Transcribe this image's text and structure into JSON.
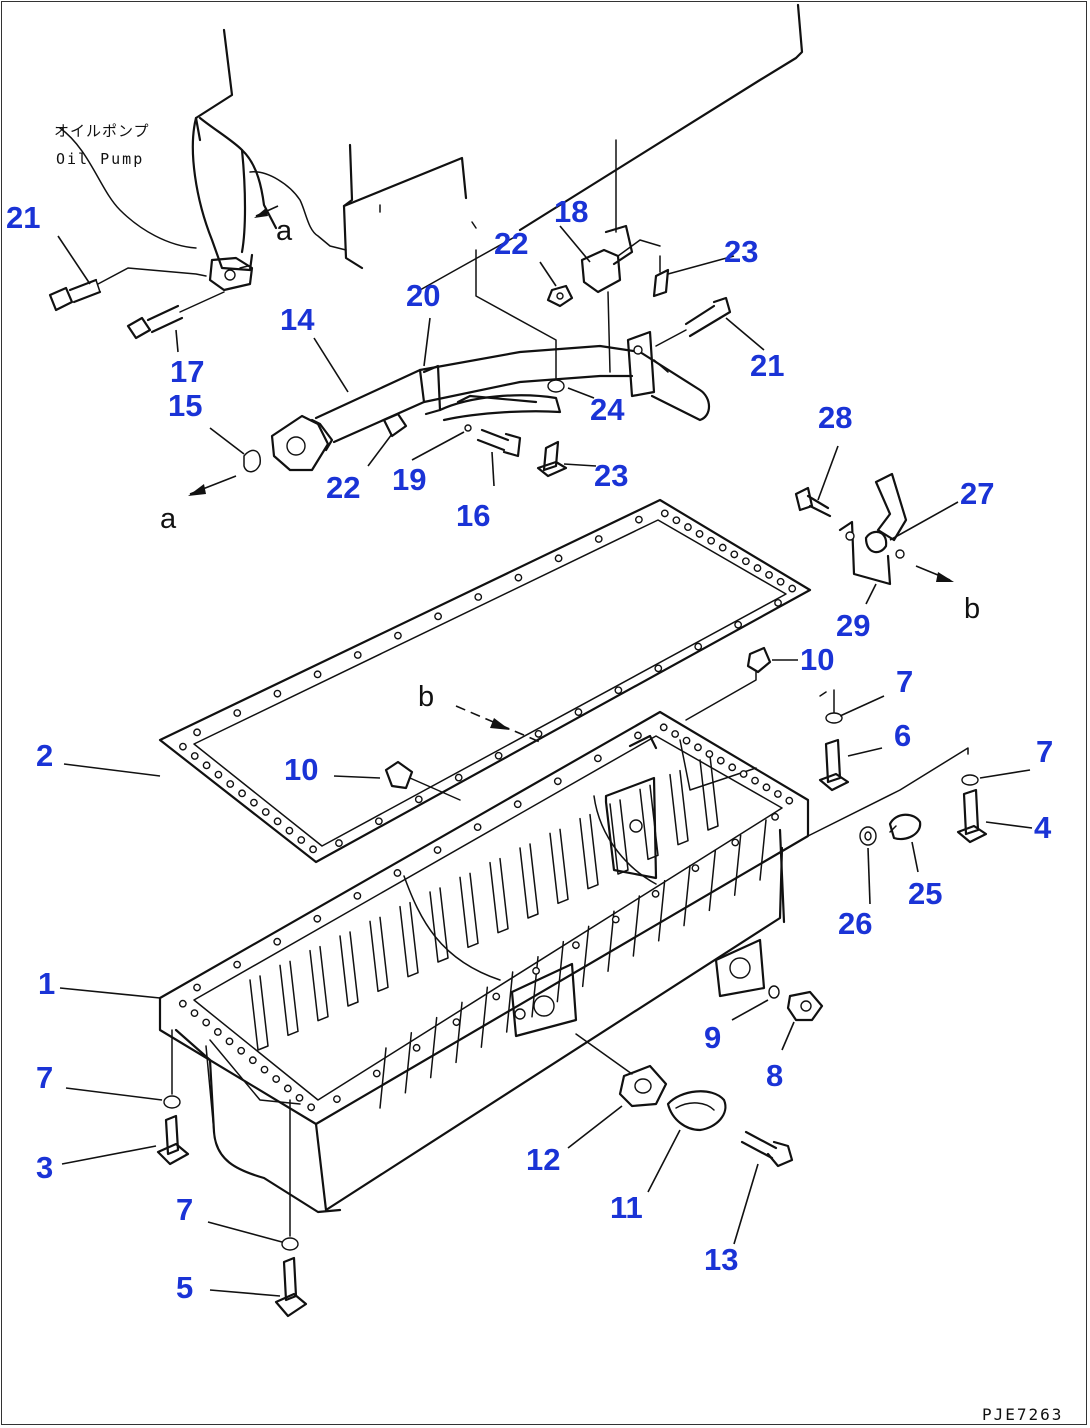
{
  "diagram": {
    "reference_code": "PJE7263",
    "annotation_jp": "オイルポンプ",
    "annotation_en": "Oil Pump",
    "view_markers": [
      "a",
      "a",
      "b",
      "b"
    ],
    "part_numbers": [
      "1",
      "2",
      "3",
      "4",
      "5",
      "6",
      "7",
      "7",
      "7",
      "7",
      "8",
      "9",
      "10",
      "10",
      "11",
      "12",
      "13",
      "14",
      "15",
      "16",
      "17",
      "18",
      "19",
      "20",
      "21",
      "21",
      "22",
      "22",
      "23",
      "23",
      "24",
      "25",
      "26",
      "27",
      "28",
      "29"
    ],
    "label_color": "#1a33d6",
    "line_color": "#111111"
  }
}
